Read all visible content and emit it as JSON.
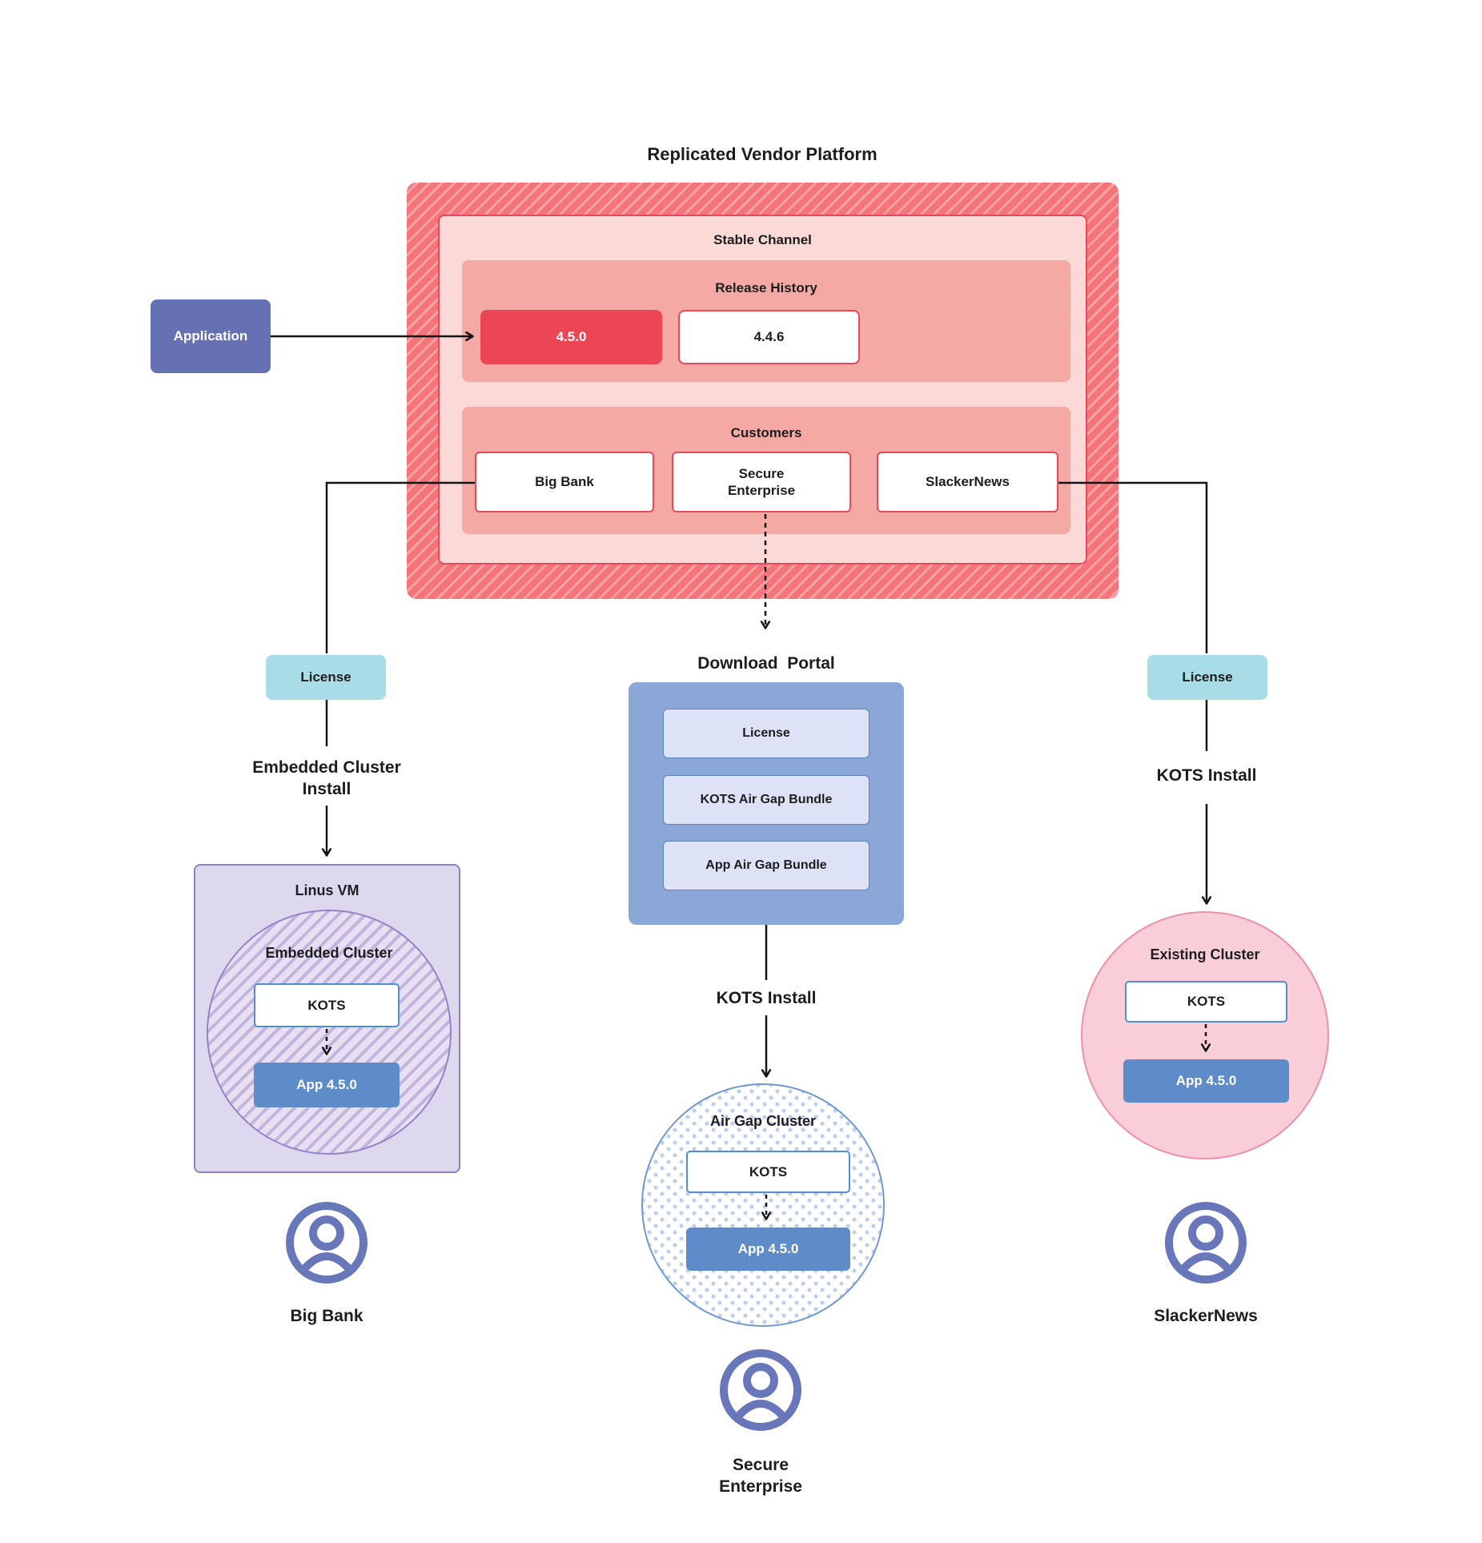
{
  "title": "Replicated Vendor Platform",
  "application": {
    "label": "Application"
  },
  "platform": {
    "stable_channel": {
      "label": "Stable Channel",
      "release_history": {
        "label": "Release History",
        "current_release": "4.5.0",
        "previous_release": "4.4.6"
      },
      "customers": {
        "label": "Customers",
        "items": [
          "Big Bank",
          "Secure Enterprise",
          "SlackerNews"
        ]
      }
    }
  },
  "left_flow": {
    "license_label": "License",
    "install_label": "Embedded Cluster Install",
    "vm_label": "Linus VM",
    "cluster_label": "Embedded Cluster",
    "kots_label": "KOTS",
    "app_label": "App 4.5.0",
    "persona_label": "Big Bank",
    "persona_icon": "user-icon"
  },
  "center_flow": {
    "portal_label": "Download  Portal",
    "portal_items": [
      "License",
      "KOTS Air Gap Bundle",
      "App Air Gap Bundle"
    ],
    "install_label": "KOTS Install",
    "cluster_label": "Air Gap Cluster",
    "kots_label": "KOTS",
    "app_label": "App 4.5.0",
    "persona_label": "Secure Enterprise",
    "persona_icon": "user-icon"
  },
  "right_flow": {
    "license_label": "License",
    "install_label": "KOTS Install",
    "cluster_label": "Existing Cluster",
    "kots_label": "KOTS",
    "app_label": "App 4.5.0",
    "persona_label": "SlackerNews",
    "persona_icon": "user-icon"
  },
  "colors": {
    "accent_red": "#e8485c",
    "release_current_bg": "#ec4556",
    "hatch_red_dark": "#f4747a",
    "hatch_red_light": "#f7a3a6",
    "panel_light_pink": "#fbd9d6",
    "panel_mid_pink": "#f5a9a5",
    "application_purple": "#6671b4",
    "license_teal": "#a8dce6",
    "portal_blue": "#8ba7d8",
    "portal_item_bg": "#dde2f6",
    "portal_item_border": "#5d82c1",
    "app_box_blue": "#5d8cc8",
    "kots_border_blue": "#4f8fd2",
    "vm_purple_bg": "#ded8ee",
    "vm_purple_border": "#8f80c2",
    "cluster_hatch_purple": "#c3b3dd",
    "airgap_dot_blue": "#bccff1",
    "airgap_border_blue": "#6f98d3",
    "existing_pink_bg": "#f9ced8",
    "existing_pink_border": "#ee8fae",
    "persona_indigo": "#6877ba",
    "text_dark": "#1d1d1f"
  }
}
